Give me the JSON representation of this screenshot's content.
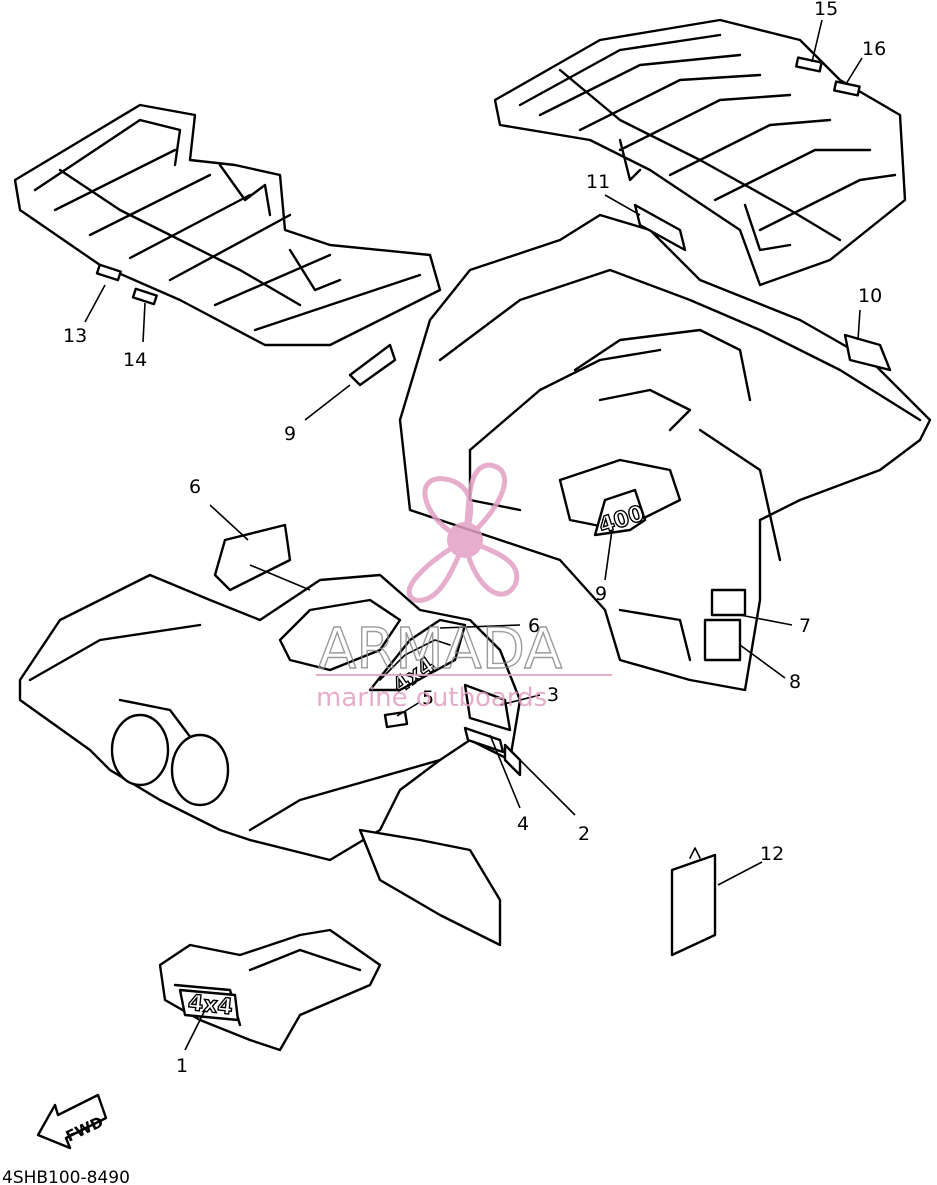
{
  "diagram": {
    "callouts": [
      {
        "id": "c1",
        "label": "1"
      },
      {
        "id": "c2",
        "label": "2"
      },
      {
        "id": "c3",
        "label": "3"
      },
      {
        "id": "c4",
        "label": "4"
      },
      {
        "id": "c5",
        "label": "5"
      },
      {
        "id": "c6a",
        "label": "6"
      },
      {
        "id": "c6b",
        "label": "6"
      },
      {
        "id": "c7",
        "label": "7"
      },
      {
        "id": "c8",
        "label": "8"
      },
      {
        "id": "c9a",
        "label": "9"
      },
      {
        "id": "c9b",
        "label": "9"
      },
      {
        "id": "c10",
        "label": "10"
      },
      {
        "id": "c11",
        "label": "11"
      },
      {
        "id": "c12",
        "label": "12"
      },
      {
        "id": "c13",
        "label": "13"
      },
      {
        "id": "c14",
        "label": "14"
      },
      {
        "id": "c15",
        "label": "15"
      },
      {
        "id": "c16",
        "label": "16"
      }
    ],
    "badges": {
      "b400": "400",
      "b4x4": "4x4"
    },
    "fwd_label": "FWD",
    "drawing_code": "4SHB100-8490"
  },
  "watermark": {
    "brand": "ARMADA",
    "tagline": "marine outboards",
    "color": "#e2a0c4"
  }
}
